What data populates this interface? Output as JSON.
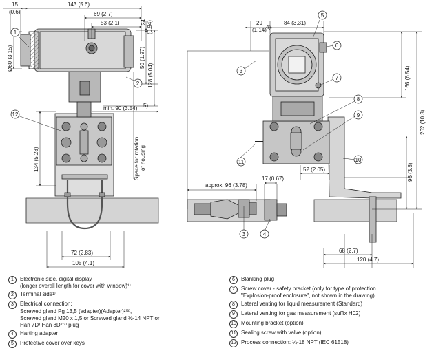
{
  "dimensions": {
    "d15": "15",
    "d15_in": "(0.6)",
    "d143": "143 (5.6)",
    "d69": "69 (2.7)",
    "d53": "53 (2.1)",
    "d24": "24",
    "d24_in": "(0.94)",
    "d50": "50 (1.97)",
    "d128": "128 (5.04)",
    "dia80": "Ø80 (3.15)",
    "min90": "min. 90 (3.54)",
    "min90_sup": "5)",
    "rotation": "Space for rotation",
    "rotation2": "of housing",
    "d134": "134 (5.28)",
    "d72": "72 (2.83)",
    "d105": "105 (4.1)",
    "d29": "29",
    "d29_in": "(1.14)",
    "d29_sup": "4)",
    "d84": "84 (3.31)",
    "d166": "166 (6.54)",
    "d262": "262 (10.3)",
    "d96v": "96 (3.8)",
    "d52": "52 (2.05)",
    "approx96": "approx. 96 (3.78)",
    "d17": "17 (0.67)",
    "d68": "68 (2.7)",
    "d120": "120 (4.7)"
  },
  "callouts": [
    "1",
    "2",
    "3",
    "4",
    "5",
    "6",
    "7",
    "8",
    "9",
    "10",
    "11",
    "12"
  ],
  "legend": {
    "left": [
      {
        "num": "1",
        "text": "Electronic side, digital display\n(longer overall length for cover with window)¹⁾"
      },
      {
        "num": "2",
        "text": "Terminal side¹⁾"
      },
      {
        "num": "3",
        "text": "Electrical connection:\nScrewed gland Pg 13,5 (adapter)(Adapter)²⁾³⁾,\nScrewed gland M20 x 1,5 or Screwed gland ½-14 NPT or\nHan 7D/ Han 8D²⁾³⁾ plug"
      },
      {
        "num": "4",
        "text": "Harting adapter"
      },
      {
        "num": "5",
        "text": "Protective cover over keys"
      }
    ],
    "right": [
      {
        "num": "6",
        "text": "Blanking plug"
      },
      {
        "num": "7",
        "text": "Screw cover - safety bracket (only for type of protection\n\"Explosion-proof enclosure\", not shown in the drawing)"
      },
      {
        "num": "8",
        "text": "Lateral venting for liquid measurement (Standard)"
      },
      {
        "num": "9",
        "text": "Lateral venting for gas measurement (suffix H02)"
      },
      {
        "num": "10",
        "text": "Mounting bracket (option)"
      },
      {
        "num": "11",
        "text": "Sealing screw with valve (option)"
      },
      {
        "num": "12",
        "text": "Process connection: ¼-18 NPT (IEC 61518)"
      }
    ]
  }
}
